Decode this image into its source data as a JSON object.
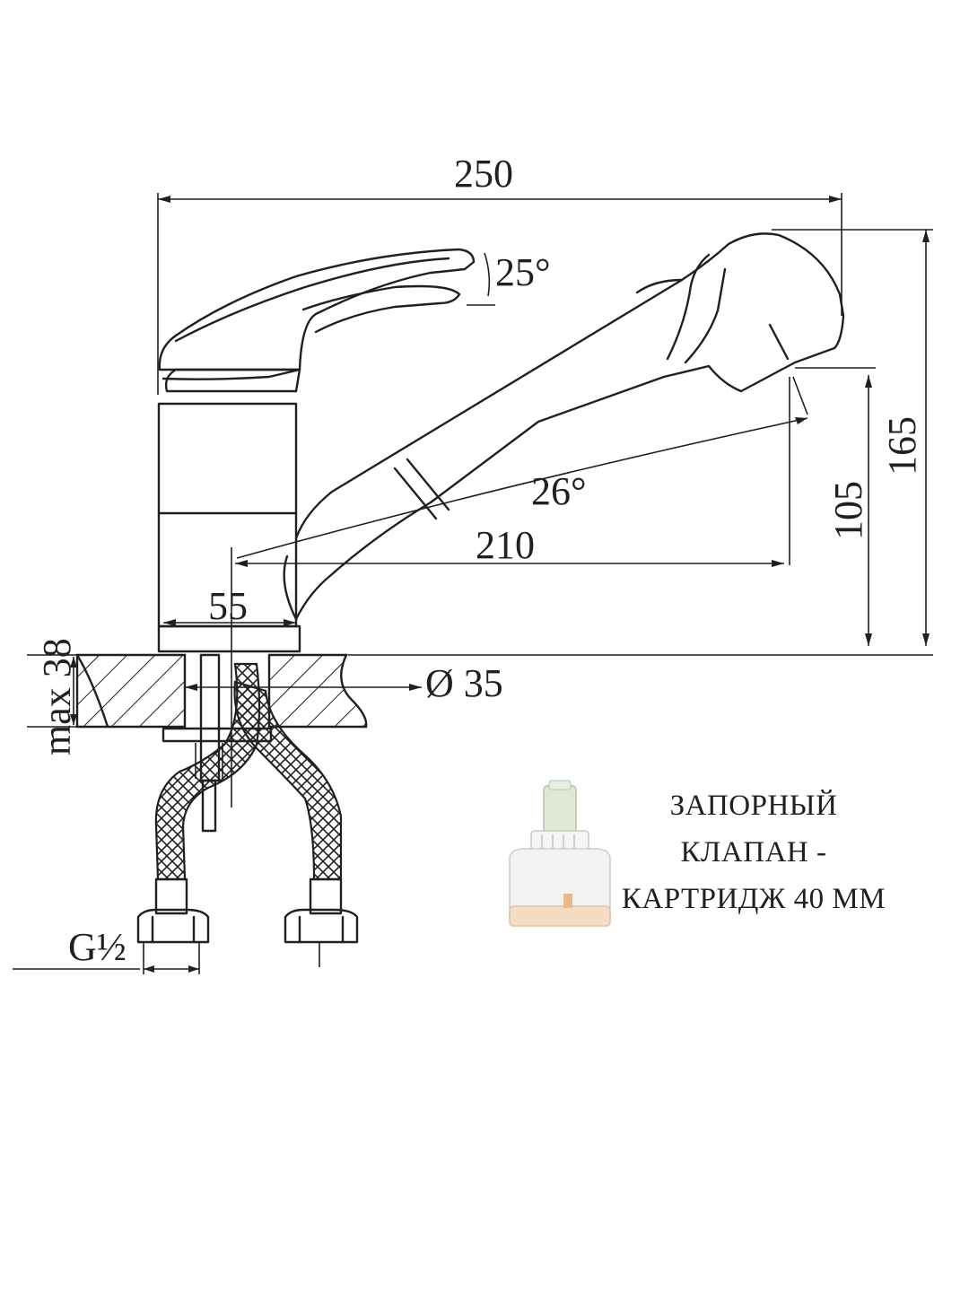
{
  "dimensions": {
    "overall_length": "250",
    "lever_angle": "25°",
    "spout_height": "165",
    "outlet_height": "105",
    "spout_angle": "26°",
    "spout_reach": "210",
    "base_offset": "55",
    "max_counter_thickness": "max  38",
    "hole_diameter": "Ø 35",
    "thread": "G½"
  },
  "caption": {
    "line1": "ЗАПОРНЫЙ",
    "line2": "КЛАПАН -",
    "line3": "КАРТРИДЖ 40 ММ"
  },
  "colors": {
    "line": "#231f20",
    "cartridge_body": "#f2f2f2",
    "cartridge_stem": "#dfe8d4",
    "cartridge_base": "#f3dcc3"
  }
}
